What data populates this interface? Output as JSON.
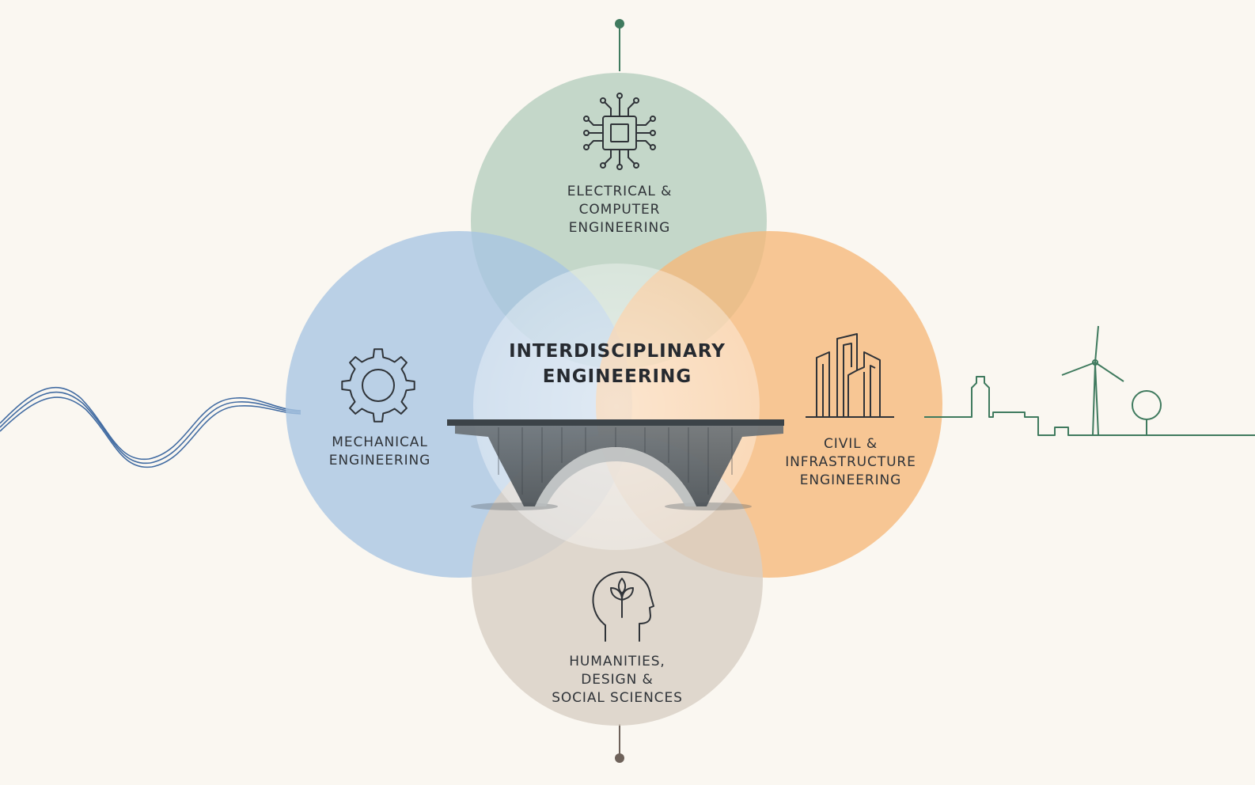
{
  "center": {
    "title_lines": [
      "INTERDISCIPLINARY",
      "ENGINEERING"
    ]
  },
  "disciplines": {
    "electrical": {
      "label_lines": [
        "ELECTRICAL &",
        "COMPUTER",
        "ENGINEERING"
      ],
      "icon": "microchip-icon",
      "color": "#b8d0bf"
    },
    "mechanical": {
      "label_lines": [
        "MECHANICAL",
        "ENGINEERING"
      ],
      "icon": "gear-icon",
      "color": "#a8c5e3"
    },
    "civil": {
      "label_lines": [
        "CIVIL &",
        "INFRASTRUCTURE",
        "ENGINEERING"
      ],
      "icon": "buildings-icon",
      "color": "#f6b87a"
    },
    "humanities": {
      "label_lines": [
        "HUMANITIES,",
        "DESIGN &",
        "SOCIAL SCIENCES"
      ],
      "icon": "head-with-sprout-icon",
      "color": "#d9d0c4"
    }
  },
  "decorations": {
    "bridge": "arch-bridge-illustration",
    "left_line": "signal-wave-lines",
    "right_line": "skyline-wind-turbine-tree-line",
    "top_connector_color": "#3f7a5e",
    "bottom_connector_color": "#6e625a",
    "wave_color": "#2f5d9a",
    "skyline_color": "#3f7a5e"
  }
}
